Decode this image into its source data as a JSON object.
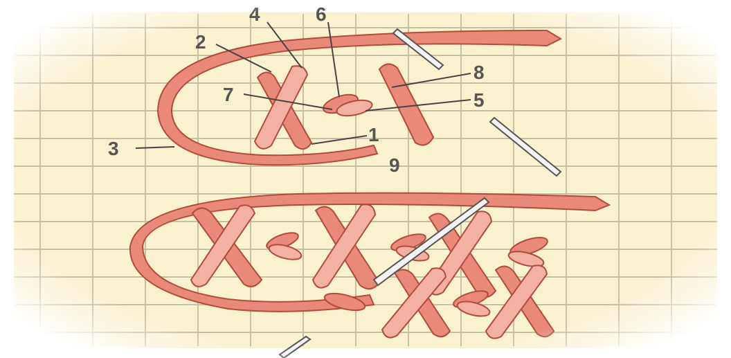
{
  "diagram": {
    "colors": {
      "background": "#faf1cf",
      "grid": "#b9b39a",
      "thread": "#e8897a",
      "thread_light": "#f3b1a3",
      "thread_outline": "#b34a3a",
      "needle": "#f3f3f3",
      "label": "#555555"
    },
    "labels": {
      "l1": "1",
      "l2": "2",
      "l3": "3",
      "l4": "4",
      "l5": "5",
      "l6": "6",
      "l7": "7",
      "l8": "8",
      "l9": "9"
    }
  }
}
